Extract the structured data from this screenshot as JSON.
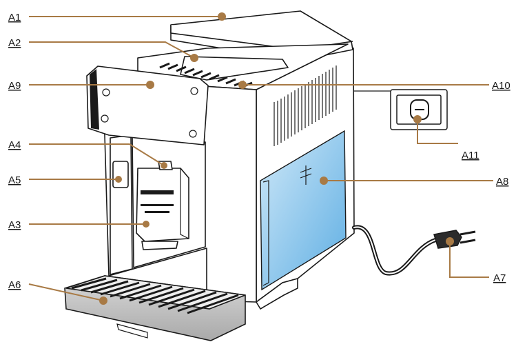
{
  "labels": {
    "a1": "A1",
    "a2": "A2",
    "a3": "A3",
    "a4": "A4",
    "a5": "A5",
    "a6": "A6",
    "a7": "A7",
    "a8": "A8",
    "a9": "A9",
    "a10": "A10",
    "a11": "A11"
  },
  "colors": {
    "leader": "#a87a45",
    "water_tank": "#8fc6ea",
    "outline": "#1a1a1a"
  }
}
